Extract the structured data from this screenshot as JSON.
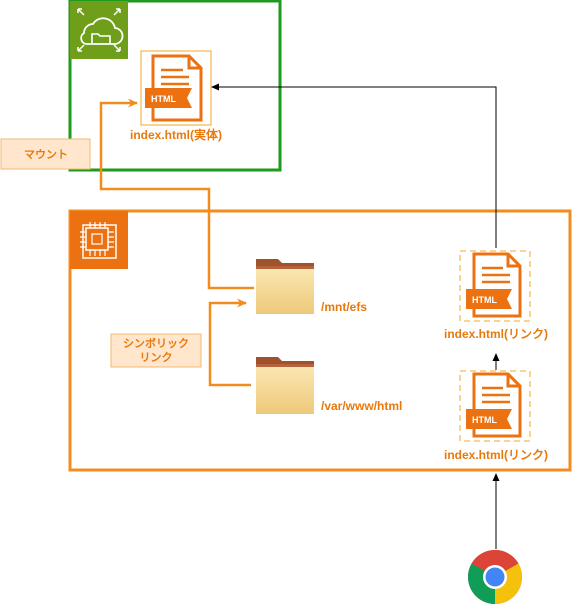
{
  "efs": {
    "file_label": "index.html(実体)",
    "file_badge": "HTML",
    "mount_note": "マウント"
  },
  "ec2": {
    "folder_efs_label": "/mnt/efs",
    "folder_www_label": "/var/www/html",
    "symlink_note_line1": "シンボリック",
    "symlink_note_line2": "リンク",
    "link_file_top_label": "index.html(リンク)",
    "link_file_bottom_label": "index.html(リンク)",
    "file_badge": "HTML"
  },
  "colors": {
    "efs_border": "#1e9a1e",
    "efs_icon_bg": "#6f9e1a",
    "ec2_border": "#f28c1e",
    "ec2_icon_bg": "#ec7211",
    "label_orange": "#e8790c",
    "note_fill": "#ffe6cc",
    "note_border": "#f5b971"
  },
  "icons": {
    "efs_service": "efs-cloud-folder-icon",
    "ec2_service": "ec2-chip-icon",
    "html_file": "html-file-icon",
    "folder": "folder-icon",
    "browser": "chrome-browser-icon"
  }
}
